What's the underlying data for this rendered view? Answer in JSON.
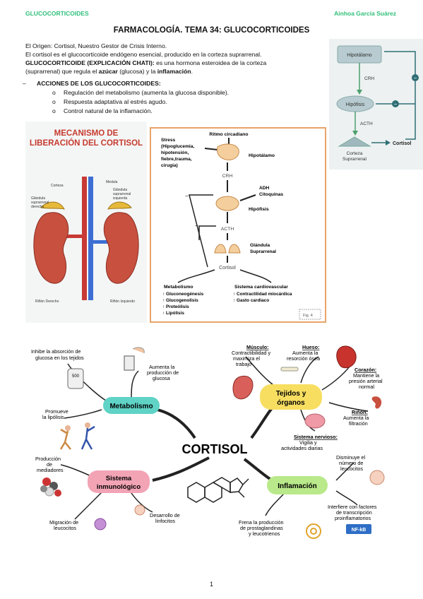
{
  "header": {
    "left": "GLUCOCORTICOIDES",
    "right": "Ainhoa García Suárez"
  },
  "title": "FARMACOLOGÍA. TEMA 34: GLUCOCORTICOIDES",
  "intro": {
    "line1": "El Origen: Cortisol, Nuestro Gestor de Crisis Interno.",
    "line2": "El cortisol es el glucocorticoide endógeno esencial, producido en la corteza suprarrenal.",
    "def_label": "GLUCOCORTICOIDE (EXPLICACIÓN CHATI):",
    "def_text_1": " es una hormona esteroidea de la corteza",
    "def_text_2": "(suprarrenal) que regula el ",
    "def_azucar": "azúcar",
    "def_text_3": " (glucosa) y la ",
    "def_inflamacion": "inflamación",
    "def_end": "."
  },
  "acciones": {
    "dash": "–",
    "title": "ACCIONES DE LOS GLUCOCORTICOIDES:",
    "bullet": "o",
    "items": [
      "Regulación del metabolismo (aumenta la glucosa disponible).",
      "Respuesta adaptativa al estrés agudo.",
      "Control natural de la inflamación."
    ]
  },
  "axis_diagram": {
    "hipotalamo": "Hipotálamo",
    "crh": "CRH",
    "hipofisis": "Hipófisis",
    "acth": "ACTH",
    "corteza_1": "Corteza",
    "corteza_2": "Suprarrenal",
    "cortisol": "Cortisol",
    "minus": "−"
  },
  "mecanismo": {
    "title_1": "MECANISMO DE",
    "title_2": "LIBERACIÓN DEL CORTISOL",
    "corteza": "Corteza",
    "medula": "Medula",
    "gland_der_1": "Glándula",
    "gland_der_2": "suprarrenal",
    "gland_der_3": "derecha",
    "gland_izq_1": "Glándula",
    "gland_izq_2": "suprarrenal",
    "gland_izq_3": "izquierda",
    "rinon_der": "Riñón Derecho",
    "rinon_izq": "Riñón Izquierdo"
  },
  "flow": {
    "ritmo": "Ritmo circadiano",
    "stress_1": "Stress",
    "stress_2": "(Hipoglucemia,",
    "stress_3": "hipotensión,",
    "stress_4": "fiebre,trauma,",
    "stress_5": "cirugía)",
    "hipotalamo": "Hipotálamo",
    "crh": "CRH",
    "adh_1": "ADH",
    "adh_2": "Citoquinas",
    "hipofisis": "Hipófisis",
    "acth": "ACTH",
    "glandula_1": "Glándula",
    "glandula_2": "Suprarrenal",
    "cortisol": "Cortisol",
    "metabolismo": "Metabolismo",
    "met_items": [
      "↑ Gluconeogénesis",
      "↑ Glucogenolisis",
      "↑ Proteólisis",
      "↑ Lipólisis"
    ],
    "cardio": "Sistema cardiovascular",
    "cardio_items": [
      "↑ Contractilidad miocárdica",
      "↑ Gasto cardiaco"
    ],
    "fig": "Fig. 4",
    "minus": "−"
  },
  "mindmap": {
    "center": "CORTISOL",
    "metabolismo": "Metabolismo",
    "tejidos_1": "Tejidos y",
    "tejidos_2": "órganos",
    "inmuno_1": "Sistema",
    "inmuno_2": "inmunológico",
    "inflamacion": "Inflamación",
    "inhibe_1": "Inhibe la absorción de",
    "inhibe_2": "glucosa en los tejidos",
    "glucometer": "500",
    "aumenta_1": "Aumenta la",
    "aumenta_2": "producción de",
    "aumenta_3": "glucosa",
    "promueve_1": "Promueve",
    "promueve_2": "la lipólisis",
    "musculo_label": "Músculo:",
    "musculo_1": "Contractibilidad y",
    "musculo_2": "maximiza el",
    "musculo_3": "trabajo",
    "hueso_label": "Hueso:",
    "hueso_1": "Aumenta la",
    "hueso_2": "resorción ósea",
    "corazon_label": "Corazón:",
    "corazon_1": "Mantiene la",
    "corazon_2": "presión arterial",
    "corazon_3": "normal",
    "rinon_label": "Riñón:",
    "rinon_1": "Aumenta la",
    "rinon_2": "filtración",
    "nervioso_label": "Sistema nervioso:",
    "nervioso_1": "Vigilia y",
    "nervioso_2": "actividades diarias",
    "produccion_1": "Producción",
    "produccion_2": "de",
    "produccion_3": "mediadores",
    "migracion_1": "Migración de",
    "migracion_2": "leucocitos",
    "desarrollo_1": "Desarrollo de",
    "desarrollo_2": "linfocitos",
    "frena_1": "Frena la producción",
    "frena_2": "de prostaglandinas",
    "frena_3": "y leucotrienos",
    "disminuye_1": "Disminuye el",
    "disminuye_2": "número de",
    "disminuye_3": "leucocitos",
    "interfiere_1": "Interfiere con factores",
    "interfiere_2": "de transcripción",
    "interfiere_3": "proinflamatorios",
    "nfkb": "NF-kB"
  },
  "page_number": "1",
  "colors": {
    "header_green": "#2fbf7a",
    "teal": "#5fd3c6",
    "yellow": "#f7de61",
    "pink": "#f2a4b5",
    "green": "#b9e98a",
    "kidney_red": "#c8503e",
    "axis_teal": "#2f6f74"
  }
}
